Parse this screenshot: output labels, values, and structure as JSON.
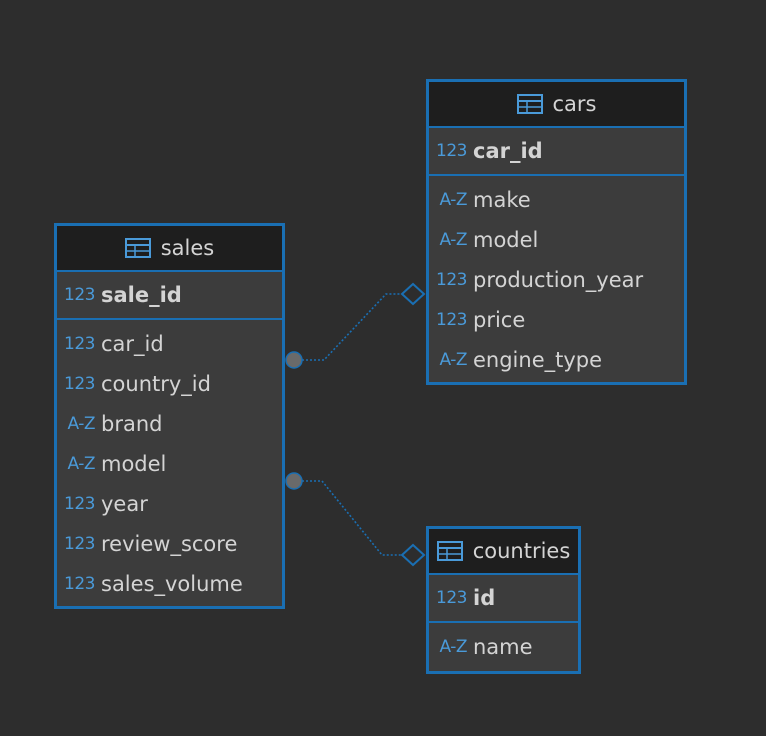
{
  "entities": {
    "sales": {
      "name": "sales",
      "pk": {
        "type": "123",
        "name": "sale_id"
      },
      "columns": [
        {
          "type": "123",
          "name": "car_id"
        },
        {
          "type": "123",
          "name": "country_id"
        },
        {
          "type": "A-Z",
          "name": "brand"
        },
        {
          "type": "A-Z",
          "name": "model"
        },
        {
          "type": "123",
          "name": "year"
        },
        {
          "type": "123",
          "name": "review_score"
        },
        {
          "type": "123",
          "name": "sales_volume"
        }
      ]
    },
    "cars": {
      "name": "cars",
      "pk": {
        "type": "123",
        "name": "car_id"
      },
      "columns": [
        {
          "type": "A-Z",
          "name": "make"
        },
        {
          "type": "A-Z",
          "name": "model"
        },
        {
          "type": "123",
          "name": "production_year"
        },
        {
          "type": "123",
          "name": "price"
        },
        {
          "type": "A-Z",
          "name": "engine_type"
        }
      ]
    },
    "countries": {
      "name": "countries",
      "pk": {
        "type": "123",
        "name": "id"
      },
      "columns": [
        {
          "type": "A-Z",
          "name": "name"
        }
      ]
    }
  },
  "relations": [
    {
      "from": "sales.car_id",
      "to": "cars.car_id"
    },
    {
      "from": "sales.country_id",
      "to": "countries.id"
    }
  ],
  "colors": {
    "background": "#2d2d2d",
    "border": "#1a6fb3",
    "header": "#1e1e1e",
    "body": "#3c3c3c",
    "text": "#d4d4d4",
    "type_icon": "#4a9ad9",
    "connector": "#6a6a6a"
  }
}
